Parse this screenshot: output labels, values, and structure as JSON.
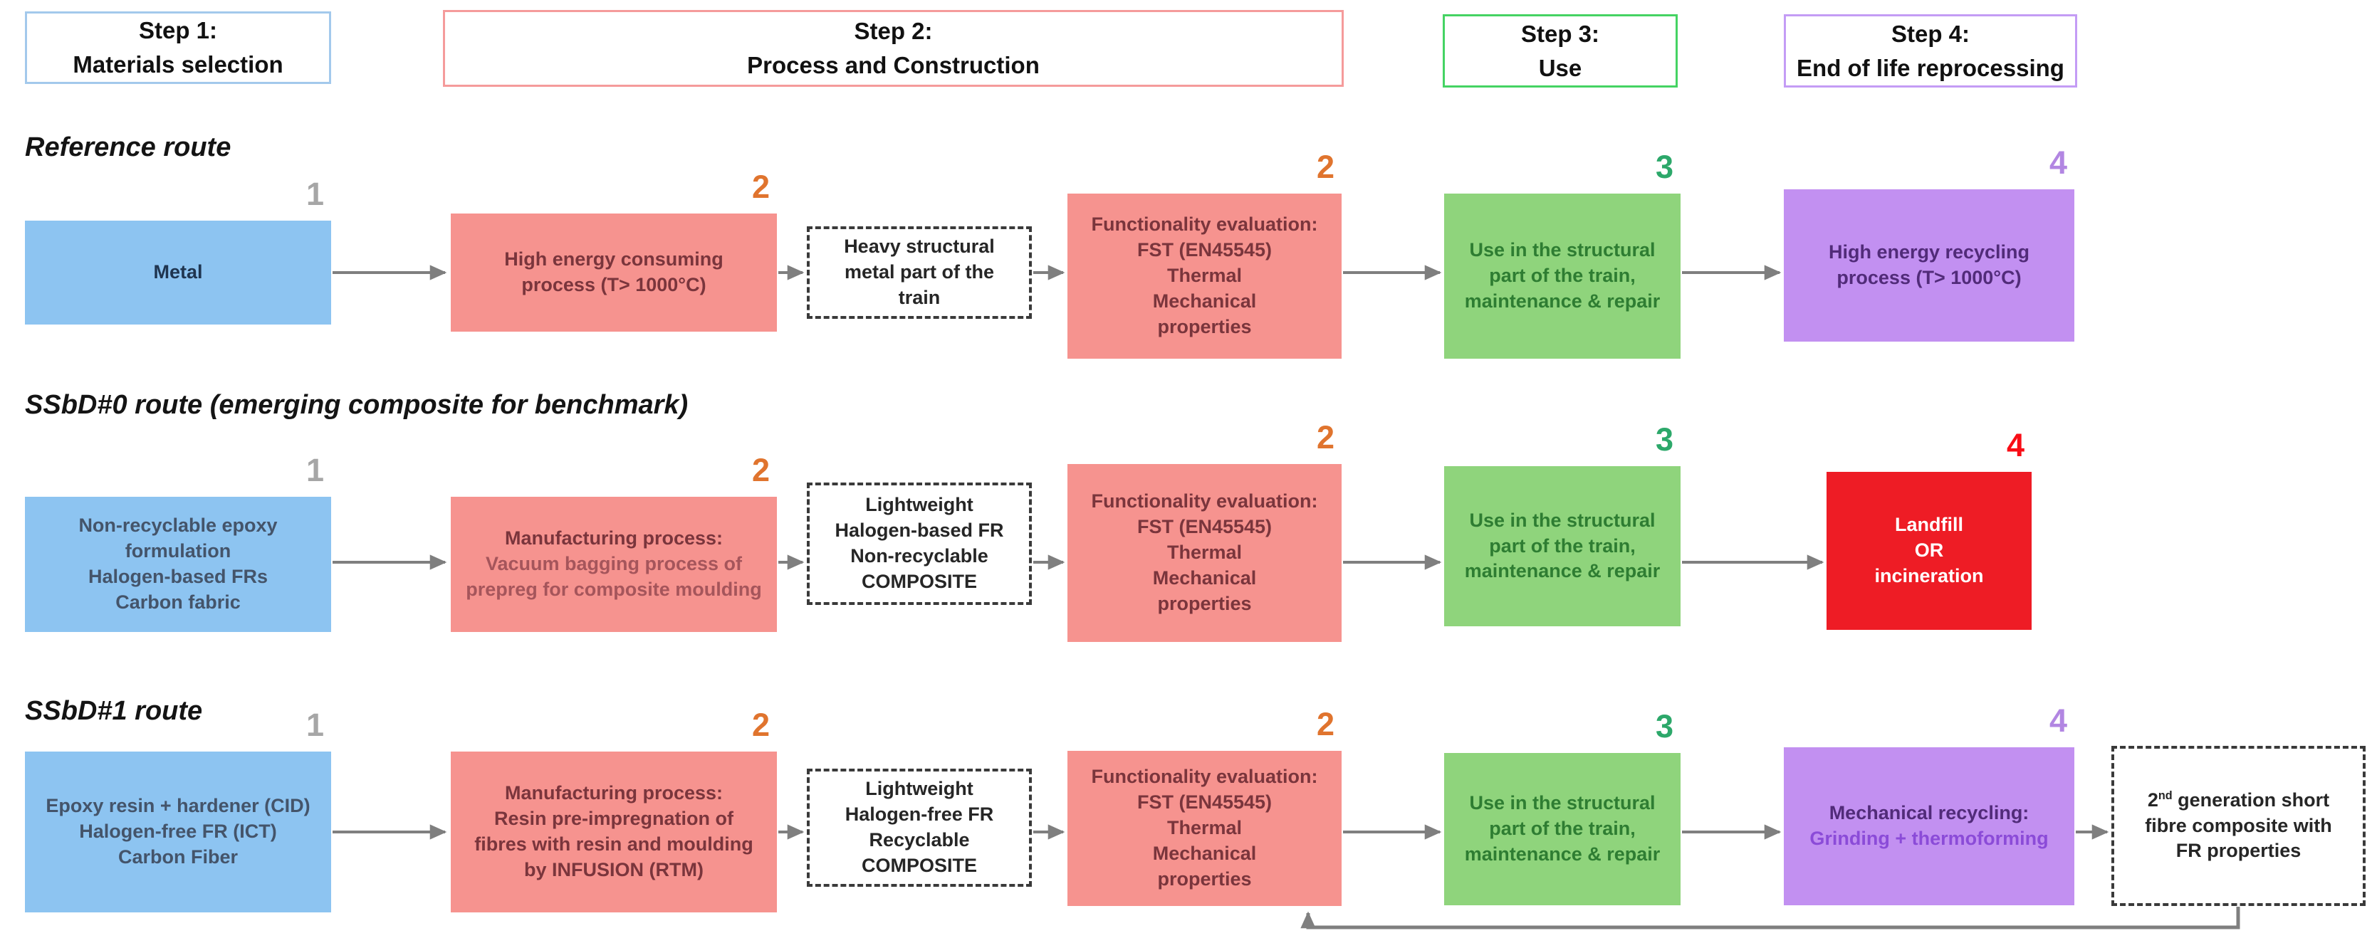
{
  "colors": {
    "blue_box": "#8DC4F1",
    "pink_box": "#F6938F",
    "green_box": "#8FD47C",
    "purple_box": "#C290F1",
    "red_box": "#EE1C25",
    "hdr1_border": "#A3C9EC",
    "hdr2_border": "#F59B9B",
    "hdr3_border": "#45D363",
    "hdr4_border": "#C49CF5",
    "num_gray": "#A6A6A6",
    "num_orange": "#E0742E",
    "num_green": "#2CA86A",
    "num_purple": "#B286E2",
    "num_red": "#F90D16",
    "arrow": "#7F7F7F",
    "text_navy": "#1F3550",
    "text_slate": "#44546A",
    "text_dark_red": "#7A353C",
    "text_light_red": "#A5555B",
    "text_green": "#2E7D32",
    "text_purple_dark": "#512B79",
    "text_purple_light": "#8B4BD8",
    "text_black": "#262626"
  },
  "headers": [
    {
      "line1": "Step 1:",
      "line2": "Materials selection"
    },
    {
      "line1": "Step 2:",
      "line2": "Process and Construction"
    },
    {
      "line1": "Step 3:",
      "line2": "Use"
    },
    {
      "line1": "Step 4:",
      "line2": "End of life reprocessing"
    }
  ],
  "routes": [
    {
      "label": "Reference route",
      "numbers": {
        "materials": "1",
        "process": "2",
        "functionality": "2",
        "use": "3",
        "eol": "4"
      },
      "materials": "Metal",
      "process_title": "High energy consuming\nprocess (T> 1000°C)",
      "intermediate": "Heavy structural\nmetal part of the\ntrain",
      "functionality": "Functionality evaluation:\nFST (EN45545)\nThermal\nMechanical\nproperties",
      "use": "Use in the structural\npart of the train,\nmaintenance & repair",
      "eol_title": "High energy recycling\nprocess (T> 1000°C)"
    },
    {
      "label": "SSbD#0 route (emerging composite for benchmark)",
      "numbers": {
        "materials": "1",
        "process": "2",
        "functionality": "2",
        "use": "3",
        "eol": "4"
      },
      "materials": "Non-recyclable epoxy\nformulation\nHalogen-based FRs\nCarbon fabric",
      "process_title": "Manufacturing process:",
      "process_body": "Vacuum bagging process of\nprepreg for composite moulding",
      "intermediate": "Lightweight\nHalogen-based FR\nNon-recyclable\nCOMPOSITE",
      "functionality": "Functionality evaluation:\nFST (EN45545)\nThermal\nMechanical\nproperties",
      "use": "Use in the structural\npart of the train,\nmaintenance & repair",
      "eol_title": "Landfill\nOR\nincineration"
    },
    {
      "label": "SSbD#1 route",
      "numbers": {
        "materials": "1",
        "process": "2",
        "functionality": "2",
        "use": "3",
        "eol": "4"
      },
      "materials": "Epoxy resin + hardener (CID)\nHalogen-free FR (ICT)\nCarbon Fiber",
      "process_title": "Manufacturing process:",
      "process_body": "Resin pre-impregnation of\nfibres with resin and moulding\nby INFUSION (RTM)",
      "intermediate": "Lightweight\nHalogen-free FR\nRecyclable\nCOMPOSITE",
      "functionality": "Functionality evaluation:\nFST (EN45545)\nThermal\nMechanical\nproperties",
      "use": "Use in the structural\npart of the train,\nmaintenance & repair",
      "eol_title": "Mechanical recycling:",
      "eol_body": "Grinding + thermoforming",
      "output": {
        "num": "2",
        "sup": "nd",
        "line1_rest": " generation short",
        "rest": "fibre composite with\nFR properties"
      }
    }
  ]
}
